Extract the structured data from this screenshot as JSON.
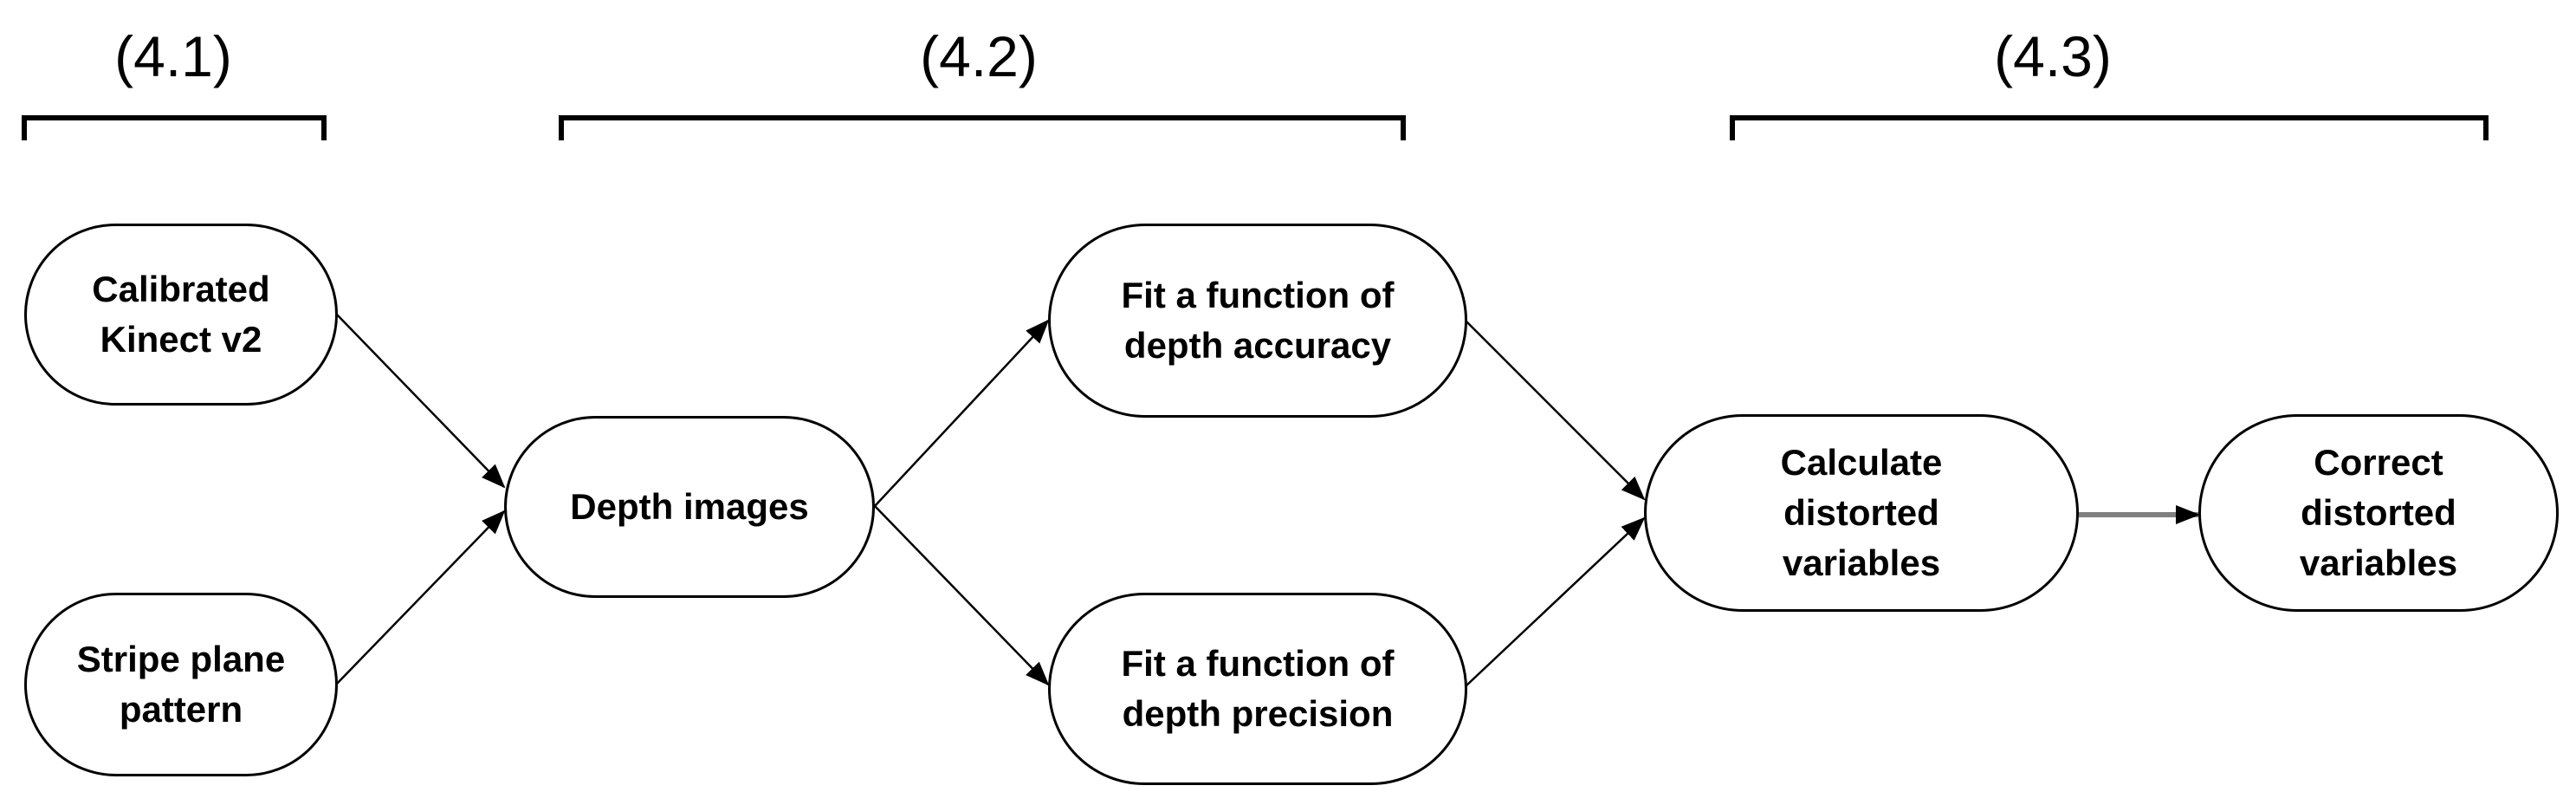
{
  "sections": [
    {
      "label": "(4.1)"
    },
    {
      "label": "(4.2)"
    },
    {
      "label": "(4.3)"
    }
  ],
  "nodes": {
    "calibrated_kinect": "Calibrated\nKinect v2",
    "stripe_plane": "Stripe plane\npattern",
    "depth_images": "Depth images",
    "fit_accuracy": "Fit a function of\ndepth accuracy",
    "fit_precision": "Fit a function of\ndepth precision",
    "calculate_distorted": "Calculate\ndistorted\nvariables",
    "correct_distorted": "Correct\ndistorted\nvariables"
  },
  "colors": {
    "stroke": "#000000",
    "background": "#ffffff",
    "arrow_gray": "#7f7f7f"
  }
}
